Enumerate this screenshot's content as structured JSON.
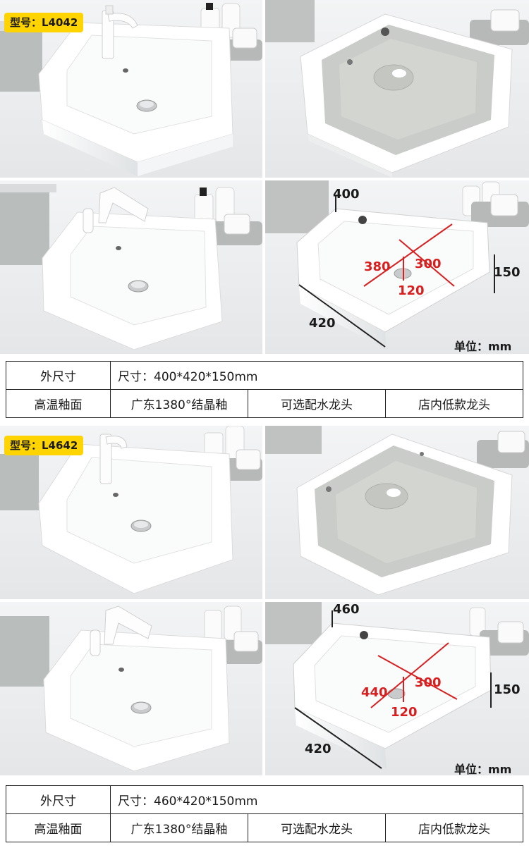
{
  "products": [
    {
      "model_badge": "型号：L4042",
      "dims": {
        "width": "400",
        "depth": "420",
        "height": "150",
        "inner_length": "380",
        "inner_width": "300",
        "inner_depth": "120"
      },
      "unit_label": "单位：mm",
      "spec": {
        "row1_label": "外尺寸",
        "row1_value": "尺寸：400*420*150mm",
        "row2_label": "高温釉面",
        "row2_a": "广东1380°结晶釉",
        "row2_b": "可选配水龙头",
        "row2_c": "店内低款龙头"
      }
    },
    {
      "model_badge": "型号：L4642",
      "dims": {
        "width": "460",
        "depth": "420",
        "height": "150",
        "inner_length": "440",
        "inner_width": "300",
        "inner_depth": "120"
      },
      "unit_label": "单位：mm",
      "spec": {
        "row1_label": "外尺寸",
        "row1_value": "尺寸：460*420*150mm",
        "row2_label": "高温釉面",
        "row2_a": "广东1380°结晶釉",
        "row2_b": "可选配水龙头",
        "row2_c": "店内低款龙头"
      }
    }
  ],
  "colors": {
    "badge": "#ffd400",
    "dimension_red": "#d81e1e",
    "ceramic_white": "#ffffff",
    "glaze_grey": "#c9ccc8"
  },
  "icons": [
    "faucet-tall",
    "faucet-pullout",
    "soap-bottle",
    "towel-stack",
    "drain-icon",
    "overflow-hole"
  ]
}
